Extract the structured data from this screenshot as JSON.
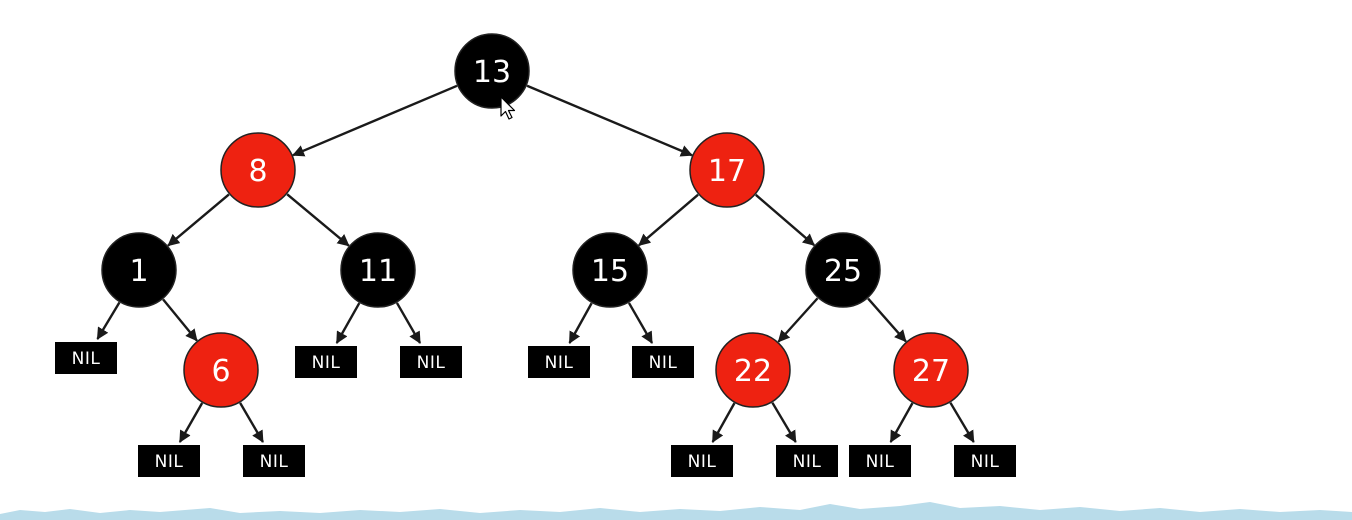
{
  "colors": {
    "red": "#ee2211",
    "black": "#000000",
    "edge": "#1a1a1a",
    "text": "#ffffff",
    "strip": "#b9dcea"
  },
  "nodes": [
    {
      "id": "n13",
      "label": "13",
      "color": "black"
    },
    {
      "id": "n8",
      "label": "8",
      "color": "red"
    },
    {
      "id": "n17",
      "label": "17",
      "color": "red"
    },
    {
      "id": "n1",
      "label": "1",
      "color": "black"
    },
    {
      "id": "n11",
      "label": "11",
      "color": "black"
    },
    {
      "id": "n15",
      "label": "15",
      "color": "black"
    },
    {
      "id": "n25",
      "label": "25",
      "color": "black"
    },
    {
      "id": "n6",
      "label": "6",
      "color": "red"
    },
    {
      "id": "n22",
      "label": "22",
      "color": "red"
    },
    {
      "id": "n27",
      "label": "27",
      "color": "red"
    }
  ],
  "nil_label": "NIL",
  "nils": [
    "nil1",
    "nil2",
    "nil3",
    "nil4",
    "nil5",
    "nil6",
    "nil7",
    "nil8",
    "nil9",
    "nil10",
    "nil11"
  ],
  "edges": [
    [
      "n13",
      "n8"
    ],
    [
      "n13",
      "n17"
    ],
    [
      "n8",
      "n1"
    ],
    [
      "n8",
      "n11"
    ],
    [
      "n17",
      "n15"
    ],
    [
      "n17",
      "n25"
    ],
    [
      "n1",
      "nil1"
    ],
    [
      "n1",
      "n6"
    ],
    [
      "n11",
      "nil2"
    ],
    [
      "n11",
      "nil3"
    ],
    [
      "n15",
      "nil4"
    ],
    [
      "n15",
      "nil5"
    ],
    [
      "n25",
      "n22"
    ],
    [
      "n25",
      "n27"
    ],
    [
      "n6",
      "nil6"
    ],
    [
      "n6",
      "nil7"
    ],
    [
      "n22",
      "nil8"
    ],
    [
      "n22",
      "nil9"
    ],
    [
      "n27",
      "nil10"
    ],
    [
      "n27",
      "nil11"
    ]
  ]
}
